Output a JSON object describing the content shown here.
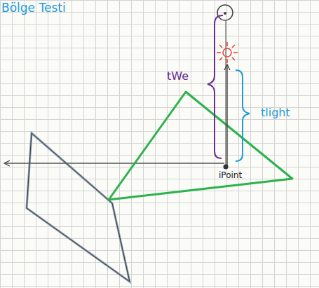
{
  "diagram": {
    "title": "Bölge Testi",
    "labels": [
      "tWe",
      "tlight",
      "iPoint"
    ]
  }
}
